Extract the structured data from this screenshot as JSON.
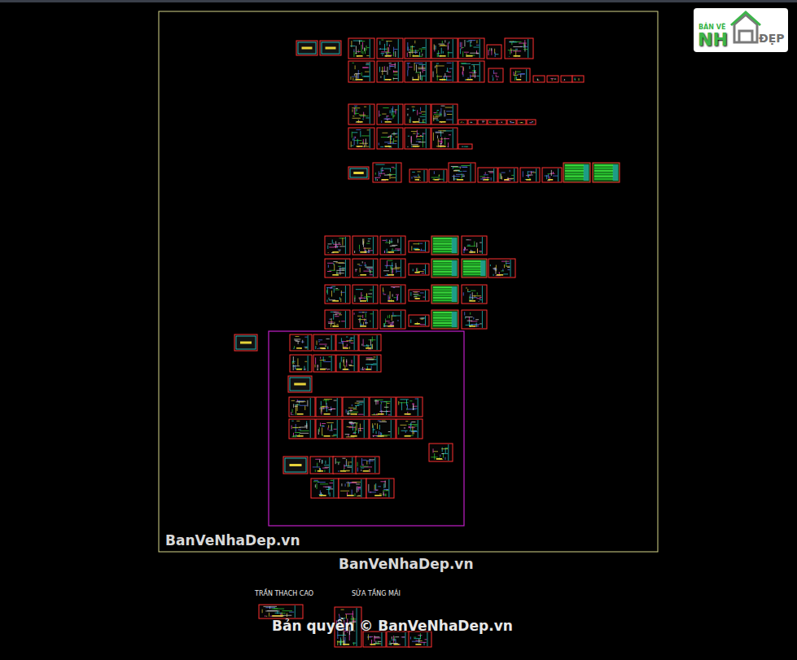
{
  "diagram": {
    "labels": [
      "BẢN VẼ",
      "NH",
      "ĐẸP",
      "BanVeNhaDep.vn",
      "BanVeNhaDep.vn",
      "TRẦN THACH CAO",
      "SỬA TẦNG MÁI",
      "Bản quyền © BanVeNhaDep.vn"
    ]
  }
}
